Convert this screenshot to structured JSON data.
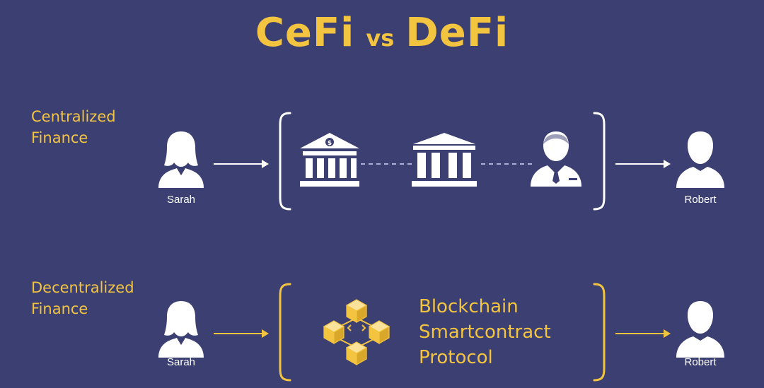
{
  "title": {
    "left": "CeFi",
    "connector": "vs",
    "right": "DeFi"
  },
  "colors": {
    "background": "#3b3f72",
    "accent": "#f3c440",
    "icon": "#ffffff",
    "dashed_line": "#aab0d6"
  },
  "rows": [
    {
      "label": "Centralized\nFinance",
      "sender": {
        "name": "Sarah",
        "icon": "woman-icon"
      },
      "intermediaries": [
        {
          "icon": "bank-with-dollar-icon"
        },
        {
          "icon": "institution-building-icon"
        },
        {
          "icon": "banker-icon"
        }
      ],
      "receiver": {
        "name": "Robert",
        "icon": "man-icon"
      }
    },
    {
      "label": "Decentralized\nFinance",
      "sender": {
        "name": "Sarah",
        "icon": "woman-icon"
      },
      "protocol": {
        "icon": "blockchain-cubes-icon",
        "lines": [
          "Blockchain",
          "Smartcontract",
          "Protocol"
        ]
      },
      "receiver": {
        "name": "Robert",
        "icon": "man-icon"
      }
    }
  ]
}
